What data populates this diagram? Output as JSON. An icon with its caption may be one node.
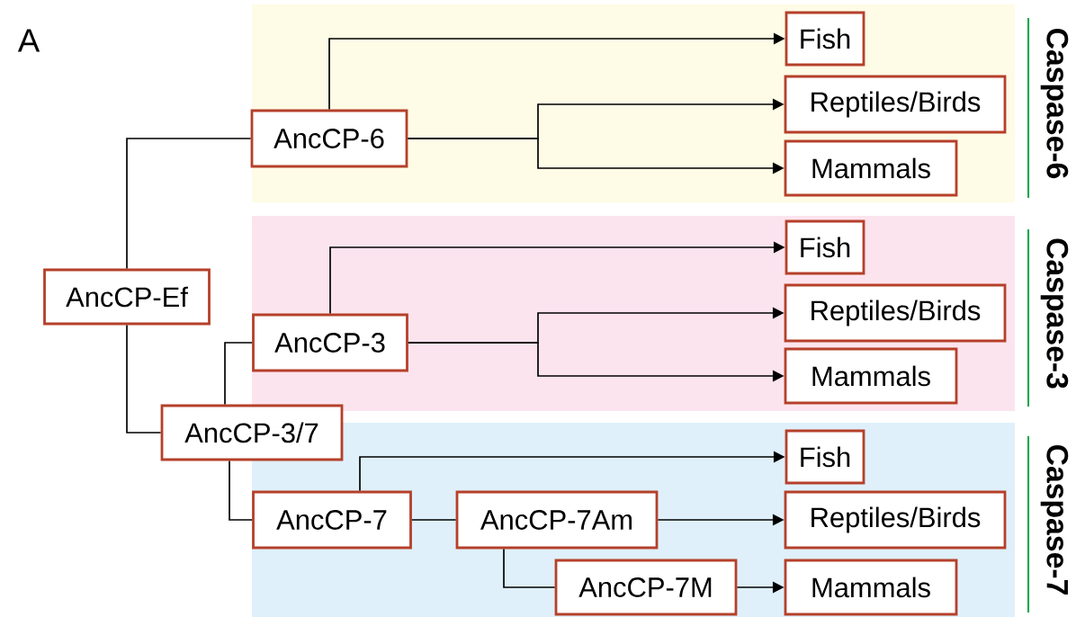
{
  "diagram": {
    "nodes": [
      {
        "text": [
          "Caspase-6"
        ]
      },
      {
        "text": [
          "AncCP-6"
        ],
        "in": 0
      },
      {
        "text": [
          "Fish"
        ],
        "in": 0
      },
      {
        "text": [
          "Reptiles/Birds"
        ],
        "in": 0
      },
      {
        "text": [
          "Mammals"
        ],
        "in": 0
      },
      {
        "text": [
          "AncCP-Ef"
        ]
      },
      {
        "text": [
          "Caspase-3"
        ]
      },
      {
        "text": [
          "AncCP-3"
        ],
        "in": 6
      },
      {
        "text": [
          "Fish"
        ],
        "in": 6
      },
      {
        "text": [
          "Reptiles/Birds"
        ],
        "in": 6
      },
      {
        "text": [
          "Mammals"
        ],
        "in": 6
      },
      {
        "text": [
          "AncCP-3/7"
        ]
      },
      {
        "text": [
          "Caspase-7"
        ]
      },
      {
        "text": [
          "AncCP-7"
        ],
        "in": 12
      },
      {
        "text": [
          "AncCP-7Am"
        ],
        "in": 12
      },
      {
        "text": [
          "AncCP-7M"
        ],
        "in": 12
      },
      {
        "text": [
          "Fish"
        ],
        "in": 12
      },
      {
        "text": [
          "Reptiles/Birds"
        ],
        "in": 12
      },
      {
        "text": [
          "Mammals"
        ],
        "in": 12
      }
    ],
    "edges": [
      {
        "from": 5,
        "to": 1,
        "arrow": "none"
      },
      {
        "from": 5,
        "to": 11,
        "arrow": "none"
      },
      {
        "from": 11,
        "to": 7,
        "arrow": "none"
      },
      {
        "from": 11,
        "to": 13,
        "arrow": "none"
      },
      {
        "from": 1,
        "to": 2,
        "arrow": "to"
      },
      {
        "from": 1,
        "to": 3,
        "arrow": "to"
      },
      {
        "from": 1,
        "to": 4,
        "arrow": "to"
      },
      {
        "from": 7,
        "to": 8,
        "arrow": "to"
      },
      {
        "from": 7,
        "to": 9,
        "arrow": "to"
      },
      {
        "from": 7,
        "to": 10,
        "arrow": "to"
      },
      {
        "from": 13,
        "to": 16,
        "arrow": "to"
      },
      {
        "from": 13,
        "to": 14,
        "arrow": "none"
      },
      {
        "from": 14,
        "to": 17,
        "arrow": "to"
      },
      {
        "from": 14,
        "to": 15,
        "arrow": "none"
      },
      {
        "from": 15,
        "to": 18,
        "arrow": "to"
      }
    ],
    "labels": [
      "A"
    ]
  }
}
